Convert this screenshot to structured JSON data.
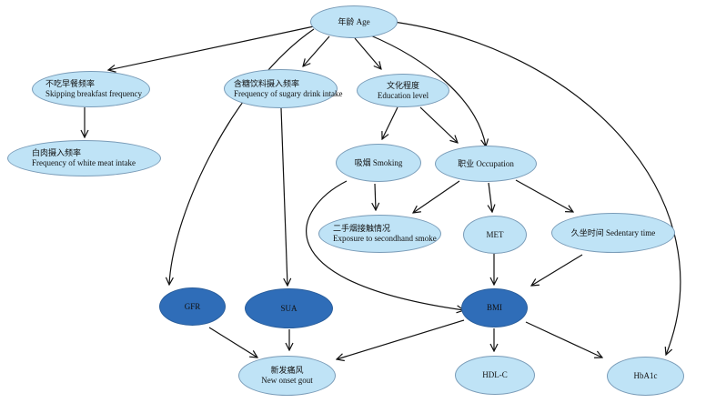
{
  "nodes": {
    "age": {
      "line1": "年龄 Age",
      "line2": ""
    },
    "skip_breakfast": {
      "line1": "不吃早餐频率",
      "line2": "Skipping breakfast frequency"
    },
    "sugary_drink": {
      "line1": "含糖饮料摄入频率",
      "line2": "Frequency of sugary drink intake"
    },
    "education": {
      "line1": "文化程度",
      "line2": "Education level"
    },
    "white_meat": {
      "line1": "白肉摄入频率",
      "line2": "Frequency of white meat intake"
    },
    "smoking": {
      "line1": "吸烟 Smoking",
      "line2": ""
    },
    "occupation": {
      "line1": "职业 Occupation",
      "line2": ""
    },
    "secondhand": {
      "line1": "二手烟接触情况",
      "line2": "Exposure to secondhand smoke"
    },
    "met": {
      "line1": "MET",
      "line2": ""
    },
    "sedentary": {
      "line1": "久坐时间 Sedentary time",
      "line2": ""
    },
    "gfr": {
      "line1": "GFR",
      "line2": ""
    },
    "sua": {
      "line1": "SUA",
      "line2": ""
    },
    "bmi": {
      "line1": "BMI",
      "line2": ""
    },
    "gout": {
      "line1": "新发痛风",
      "line2": "New onset gout"
    },
    "hdl": {
      "line1": "HDL-C",
      "line2": ""
    },
    "hba1c": {
      "line1": "HbA1c",
      "line2": ""
    }
  },
  "colors": {
    "light_node": "#bfe3f6",
    "dark_node": "#2f6db8",
    "edge": "#111111"
  }
}
